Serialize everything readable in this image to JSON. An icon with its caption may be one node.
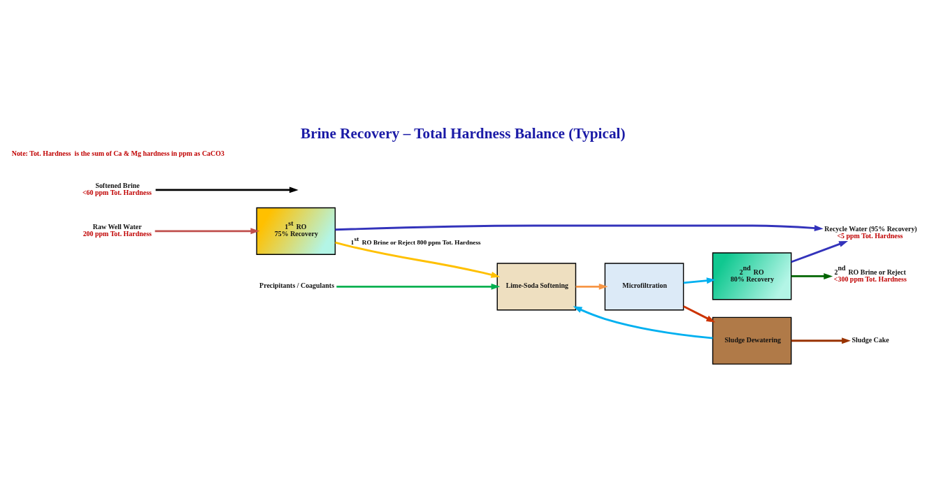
{
  "diagram": {
    "title": "Brine Recovery – Total Hardness Balance (Typical)",
    "nodes": [
      {
        "text": [
          "Raw Well Water",
          "200 ppm Tot. Hardness"
        ]
      },
      {
        "text": [
          "1$^{st}$ RO",
          "75% Recovery"
        ]
      },
      {
        "text": [
          "Precipitants / Coagulants"
        ]
      },
      {
        "text": [
          "Lime-Soda Softening"
        ]
      },
      {
        "text": [
          "Microfiltration"
        ]
      },
      {
        "text": [
          "Softened Brine",
          "<60 ppm Tot. Hardness"
        ]
      },
      {
        "text": [
          "2$^{nd}$ RO",
          "80% Recovery"
        ]
      },
      {
        "text": [
          "2$^{nd}$ RO Brine or Reject",
          "<300 ppm Tot. Hardness"
        ]
      },
      {
        "text": [
          "Sludge Dewatering"
        ]
      },
      {
        "text": [
          "Recycle Water (95% Recovery)",
          "<5 ppm Tot. Hardness"
        ]
      },
      {
        "text": [
          "Sludge Cake"
        ]
      }
    ],
    "edges": [
      {
        "from": 0,
        "to": 1,
        "arrow": "to",
        "color": "#c0504d"
      },
      {
        "from": 1,
        "to": 3,
        "arrow": "to",
        "color": "#ffc000",
        "label": "1$^{st}$ RO Brine or Reject 800 ppm Tot. Hardness"
      },
      {
        "from": 2,
        "to": 3,
        "arrow": "to",
        "color": "#00b050"
      },
      {
        "from": 3,
        "to": 4,
        "arrow": "to",
        "color": "#f79646"
      },
      {
        "from": 4,
        "to": 6,
        "arrow": "to",
        "color": "#00b0f0"
      },
      {
        "from": 5,
        "to": null,
        "arrow": "to",
        "color": "#000000"
      },
      {
        "from": 6,
        "to": 7,
        "arrow": "to",
        "color": "#006400"
      },
      {
        "from": 1,
        "to": 9,
        "arrow": "to",
        "color": "#3333bb"
      },
      {
        "from": 6,
        "to": 9,
        "arrow": "to",
        "color": "#3333bb"
      },
      {
        "from": 4,
        "to": 8,
        "arrow": "to",
        "color": "#cc3300"
      },
      {
        "from": 8,
        "to": 3,
        "arrow": "to",
        "color": "#00b0f0"
      },
      {
        "from": 8,
        "to": 10,
        "arrow": "to",
        "color": "#993300"
      }
    ],
    "labels": [
      "Note: Tot. Hardness  is the sum of Ca & Mg hardness in ppm as CaCO3"
    ]
  }
}
